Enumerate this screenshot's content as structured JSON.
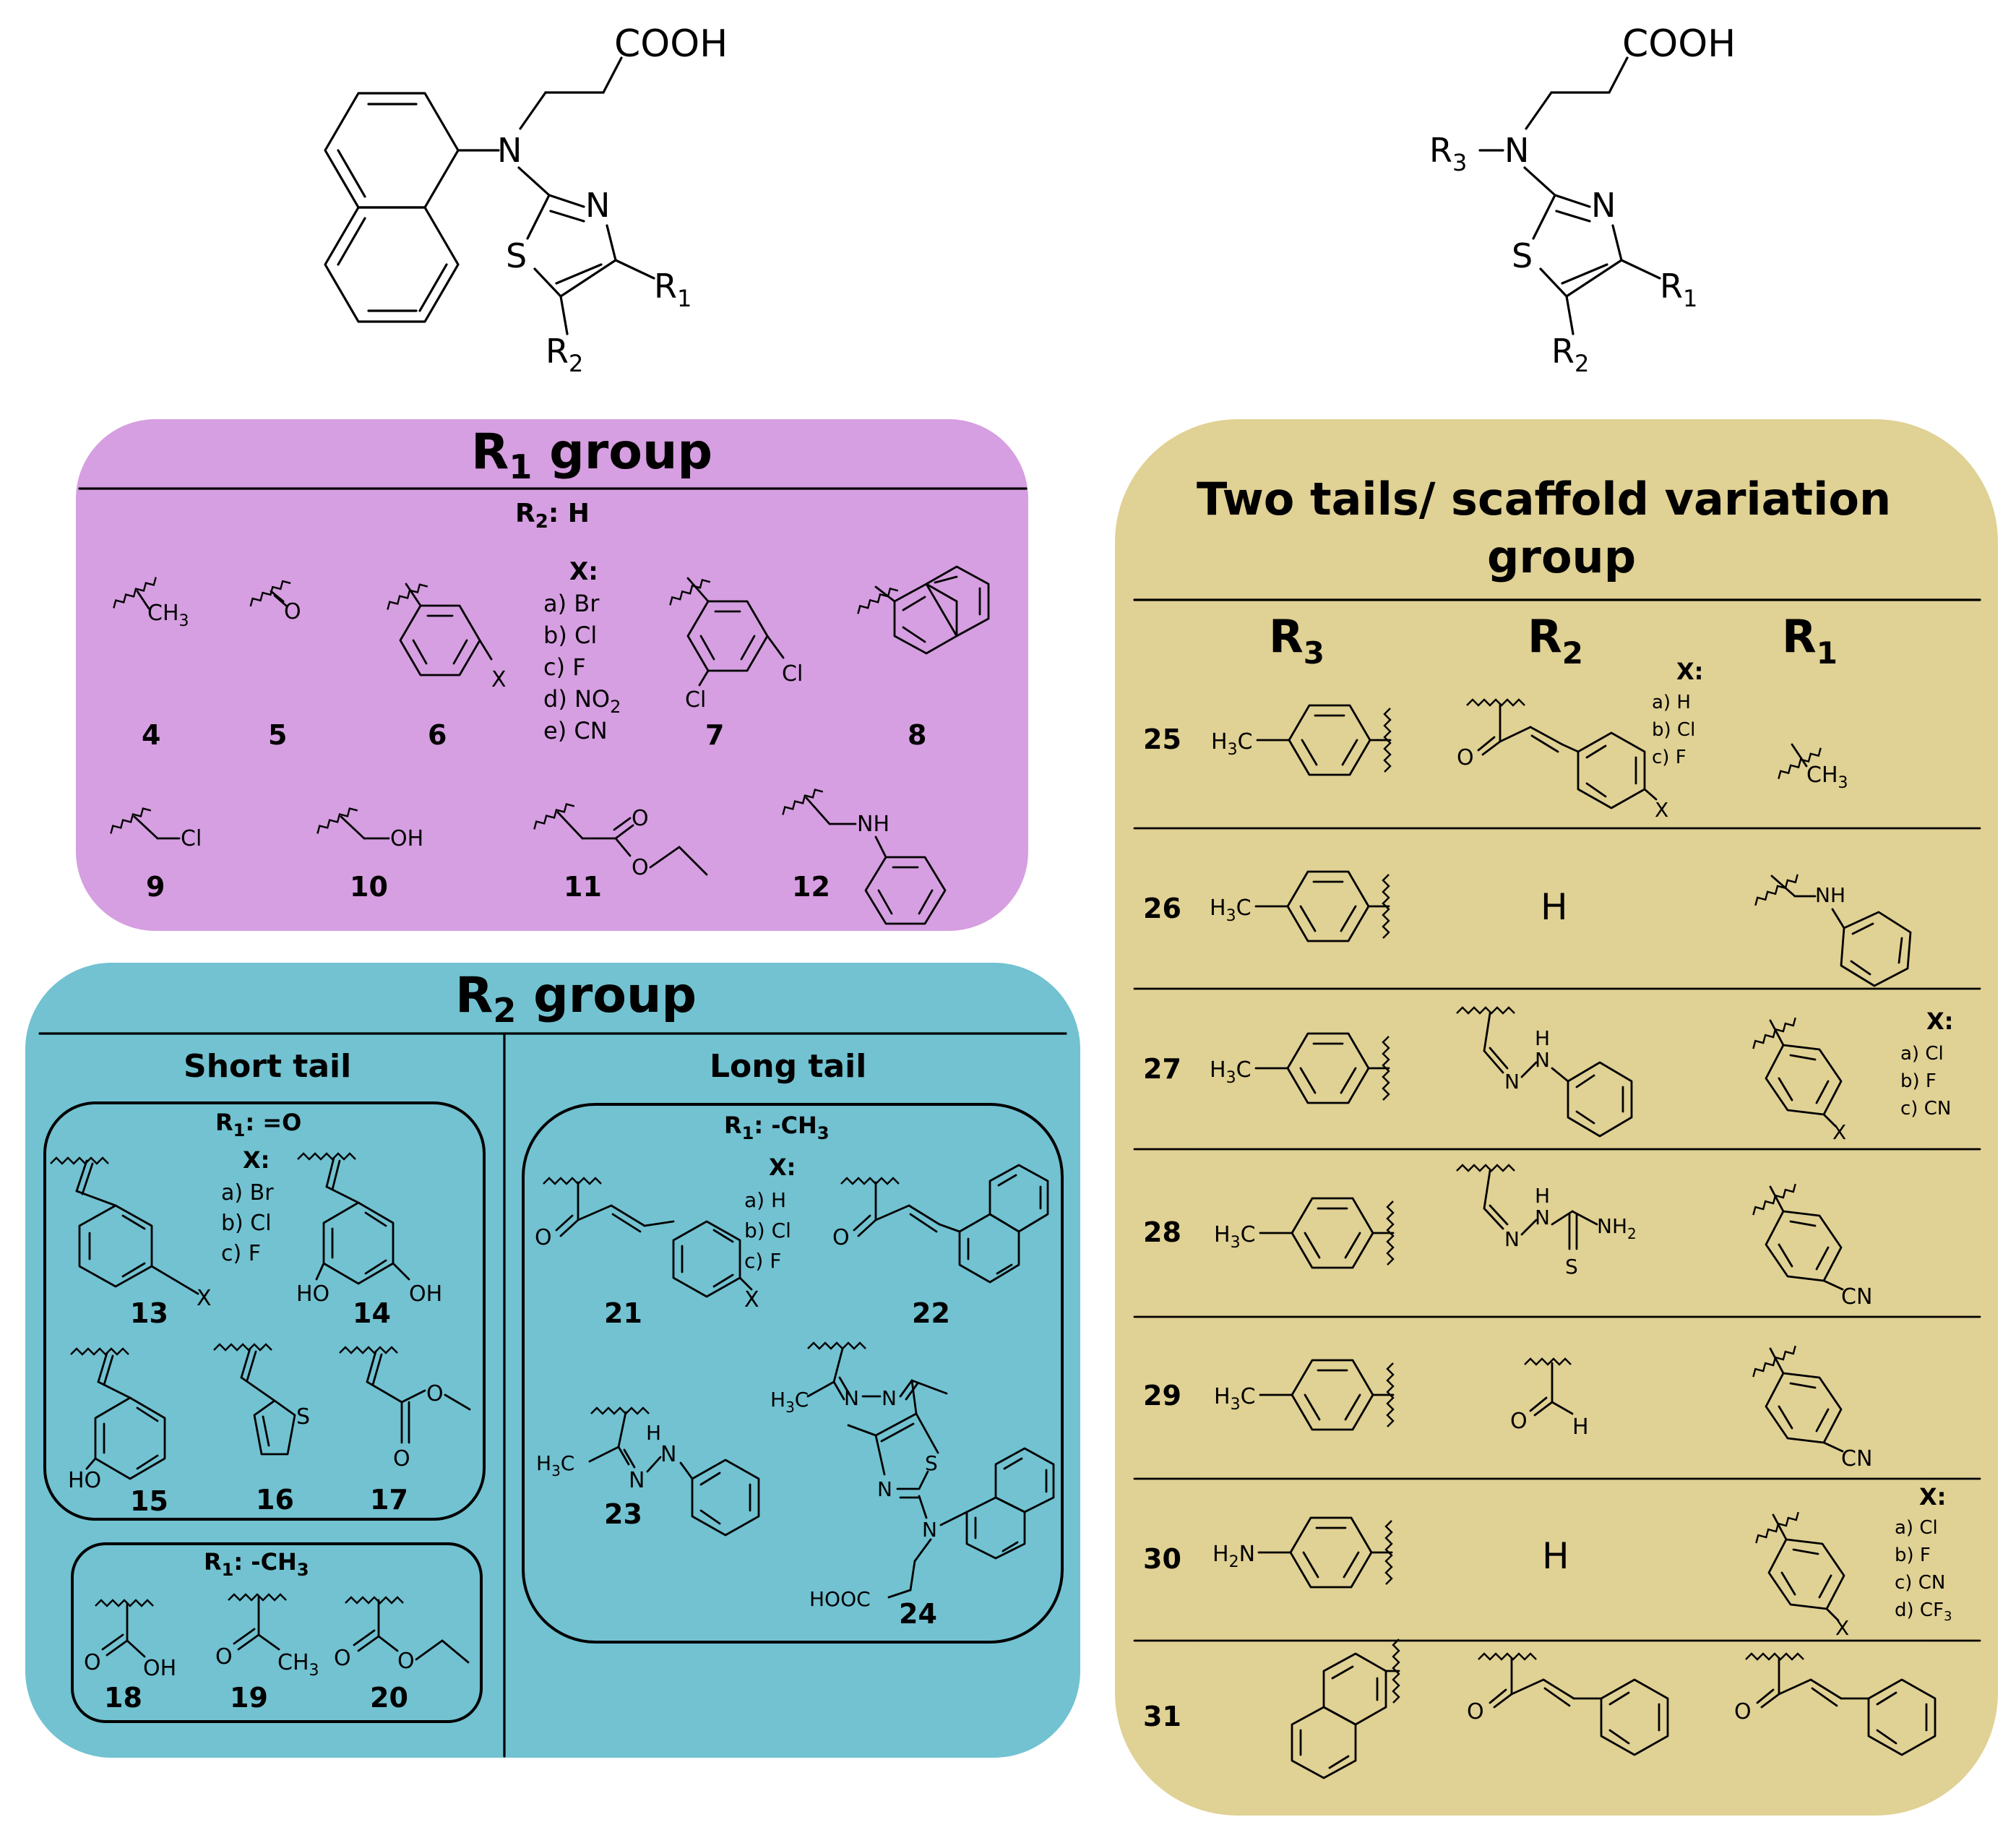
{
  "colors": {
    "r1_panel": "#d69fe1",
    "r2_panel": "#72c2d1",
    "two_tails_panel": "#e0d194",
    "line": "#000000"
  },
  "scaffold_left": {
    "cooh": "COOH",
    "n": "N",
    "s": "S",
    "ring_n": "N",
    "r1": "R",
    "r1_sub": "1",
    "r2": "R",
    "r2_sub": "2"
  },
  "scaffold_right": {
    "cooh": "COOH",
    "r3": "R",
    "r3_sub": "3",
    "n": "N",
    "s": "S",
    "ring_n": "N",
    "r1": "R",
    "r1_sub": "1",
    "r2": "R",
    "r2_sub": "2"
  },
  "r1_panel": {
    "title": "R",
    "title_sub": "1",
    "title_rest": " group",
    "condition": "R",
    "condition_sub": "2",
    "condition_rest": ": H",
    "x_title": "X:",
    "x_options": [
      "a) Br",
      "b) Cl",
      "c) F",
      "d) NO",
      "e) CN"
    ],
    "x_no2_sub": "2",
    "compounds": [
      "4",
      "5",
      "6",
      "7",
      "8",
      "9",
      "10",
      "11",
      "12"
    ],
    "labels": {
      "ch3": "CH",
      "ch3_sub": "3",
      "o": "O",
      "x": "X",
      "cl": "Cl",
      "cl2": "Cl",
      "cl_chain": "Cl",
      "oh": "OH",
      "o_ester": "O",
      "o_ester2": "O",
      "nh": "NH"
    }
  },
  "r2_panel": {
    "title": "R",
    "title_sub": "2",
    "title_rest": " group",
    "short_tail": "Short tail",
    "long_tail": "Long tail",
    "short_cond1": "R",
    "short_cond1_sub": "1",
    "short_cond1_rest": ": =O",
    "short_cond2": "R",
    "short_cond2_sub": "1",
    "short_cond2_rest": ": -CH",
    "short_cond2_sub2": "3",
    "long_cond": "R",
    "long_cond_sub": "1",
    "long_cond_rest": ": -CH",
    "long_cond_sub2": "3",
    "x_title_short": "X:",
    "x_options_short": [
      "a) Br",
      "b) Cl",
      "c) F"
    ],
    "x_title_long": "X:",
    "x_options_long": [
      "a) H",
      "b) Cl",
      "c) F"
    ],
    "compounds": [
      "13",
      "14",
      "15",
      "16",
      "17",
      "18",
      "19",
      "20",
      "21",
      "22",
      "23",
      "24"
    ],
    "labels": {
      "x13": "X",
      "ho14": "HO",
      "oh14": "OH",
      "ho15": "HO",
      "s16": "S",
      "o17a": "O",
      "o17b": "O",
      "o18": "O",
      "oh18": "OH",
      "o19": "O",
      "ch3_19": "CH",
      "o20a": "O",
      "o20b": "O",
      "o21": "O",
      "x21": "X",
      "o22": "O",
      "h3c23": "H",
      "n23a": "N",
      "n23b": "N",
      "h23": "H",
      "h3c24": "H",
      "n24a": "N",
      "n24b": "N",
      "s24": "S",
      "n24c": "N",
      "n24d": "N",
      "hooc24": "HOOC"
    }
  },
  "two_tails_panel": {
    "title_line1": "Two tails/ scaffold variation",
    "title_line2": "group",
    "col_r3": "R",
    "col_r3_sub": "3",
    "col_r2": "R",
    "col_r2_sub": "2",
    "col_r1": "R",
    "col_r1_sub": "1",
    "rows": [
      {
        "id": "25",
        "r3": "H3C",
        "r2_x": [
          "a) H",
          "b) Cl",
          "c) F"
        ],
        "r1": "CH3"
      },
      {
        "id": "26",
        "r3": "H3C",
        "r2": "H",
        "r1": "NH"
      },
      {
        "id": "27",
        "r3": "H3C",
        "r2": "hydrazone",
        "r1_x": [
          "a) Cl",
          "b) F",
          "c) CN"
        ]
      },
      {
        "id": "28",
        "r3": "H3C",
        "r2": "thiosemicarbazone",
        "r1": "CN"
      },
      {
        "id": "29",
        "r3": "H3C",
        "r2": "aldehyde",
        "r1": "CN"
      },
      {
        "id": "30",
        "r3": "H2N",
        "r2": "H",
        "r1_x": [
          "a) Cl",
          "b) F",
          "c) CN",
          "d) CF"
        ]
      },
      {
        "id": "31",
        "r3": "naphthyl",
        "r2": "cinnamoyl",
        "r1": "cinnamoyl"
      }
    ],
    "x_title": "X:",
    "labels": {
      "h3c": "H",
      "h2n": "H",
      "o": "O",
      "x": "X",
      "ch3": "CH",
      "nh": "NH",
      "h": "H",
      "n": "N",
      "nh2": "NH",
      "s": "S",
      "cn": "CN",
      "cf3_sub": "3"
    }
  }
}
